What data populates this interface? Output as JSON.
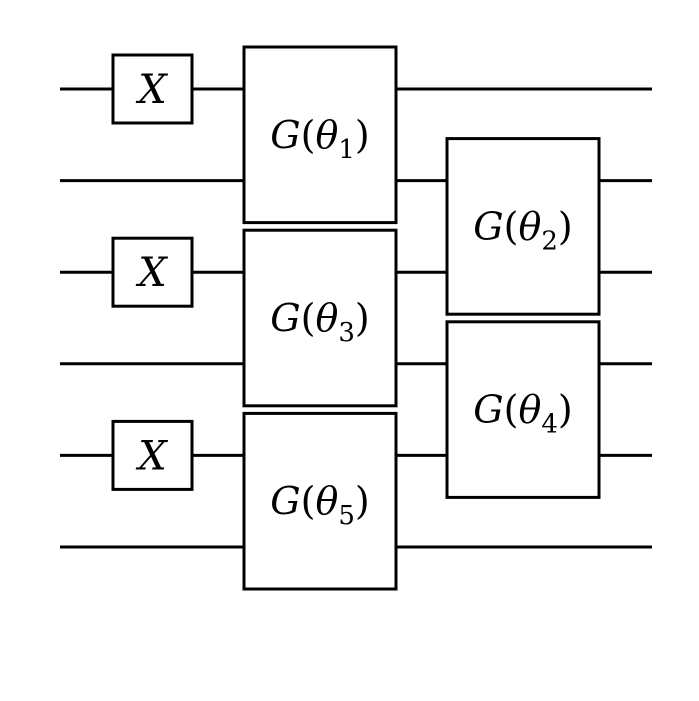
{
  "diagram": {
    "type": "quantum-circuit",
    "qubit_count": 6,
    "colors": {
      "line": "#000000",
      "background": "#ffffff"
    },
    "x_gates": [
      {
        "label": "X",
        "wire": 0
      },
      {
        "label": "X",
        "wire": 2
      },
      {
        "label": "X",
        "wire": 4
      }
    ],
    "g_gates": [
      {
        "name": "G",
        "param": "θ",
        "sub": "1",
        "wires": [
          0,
          1
        ],
        "column": 0
      },
      {
        "name": "G",
        "param": "θ",
        "sub": "3",
        "wires": [
          2,
          3
        ],
        "column": 0
      },
      {
        "name": "G",
        "param": "θ",
        "sub": "5",
        "wires": [
          4,
          5
        ],
        "column": 0
      },
      {
        "name": "G",
        "param": "θ",
        "sub": "2",
        "wires": [
          1,
          2
        ],
        "column": 1
      },
      {
        "name": "G",
        "param": "θ",
        "sub": "4",
        "wires": [
          3,
          4
        ],
        "column": 1
      }
    ]
  }
}
